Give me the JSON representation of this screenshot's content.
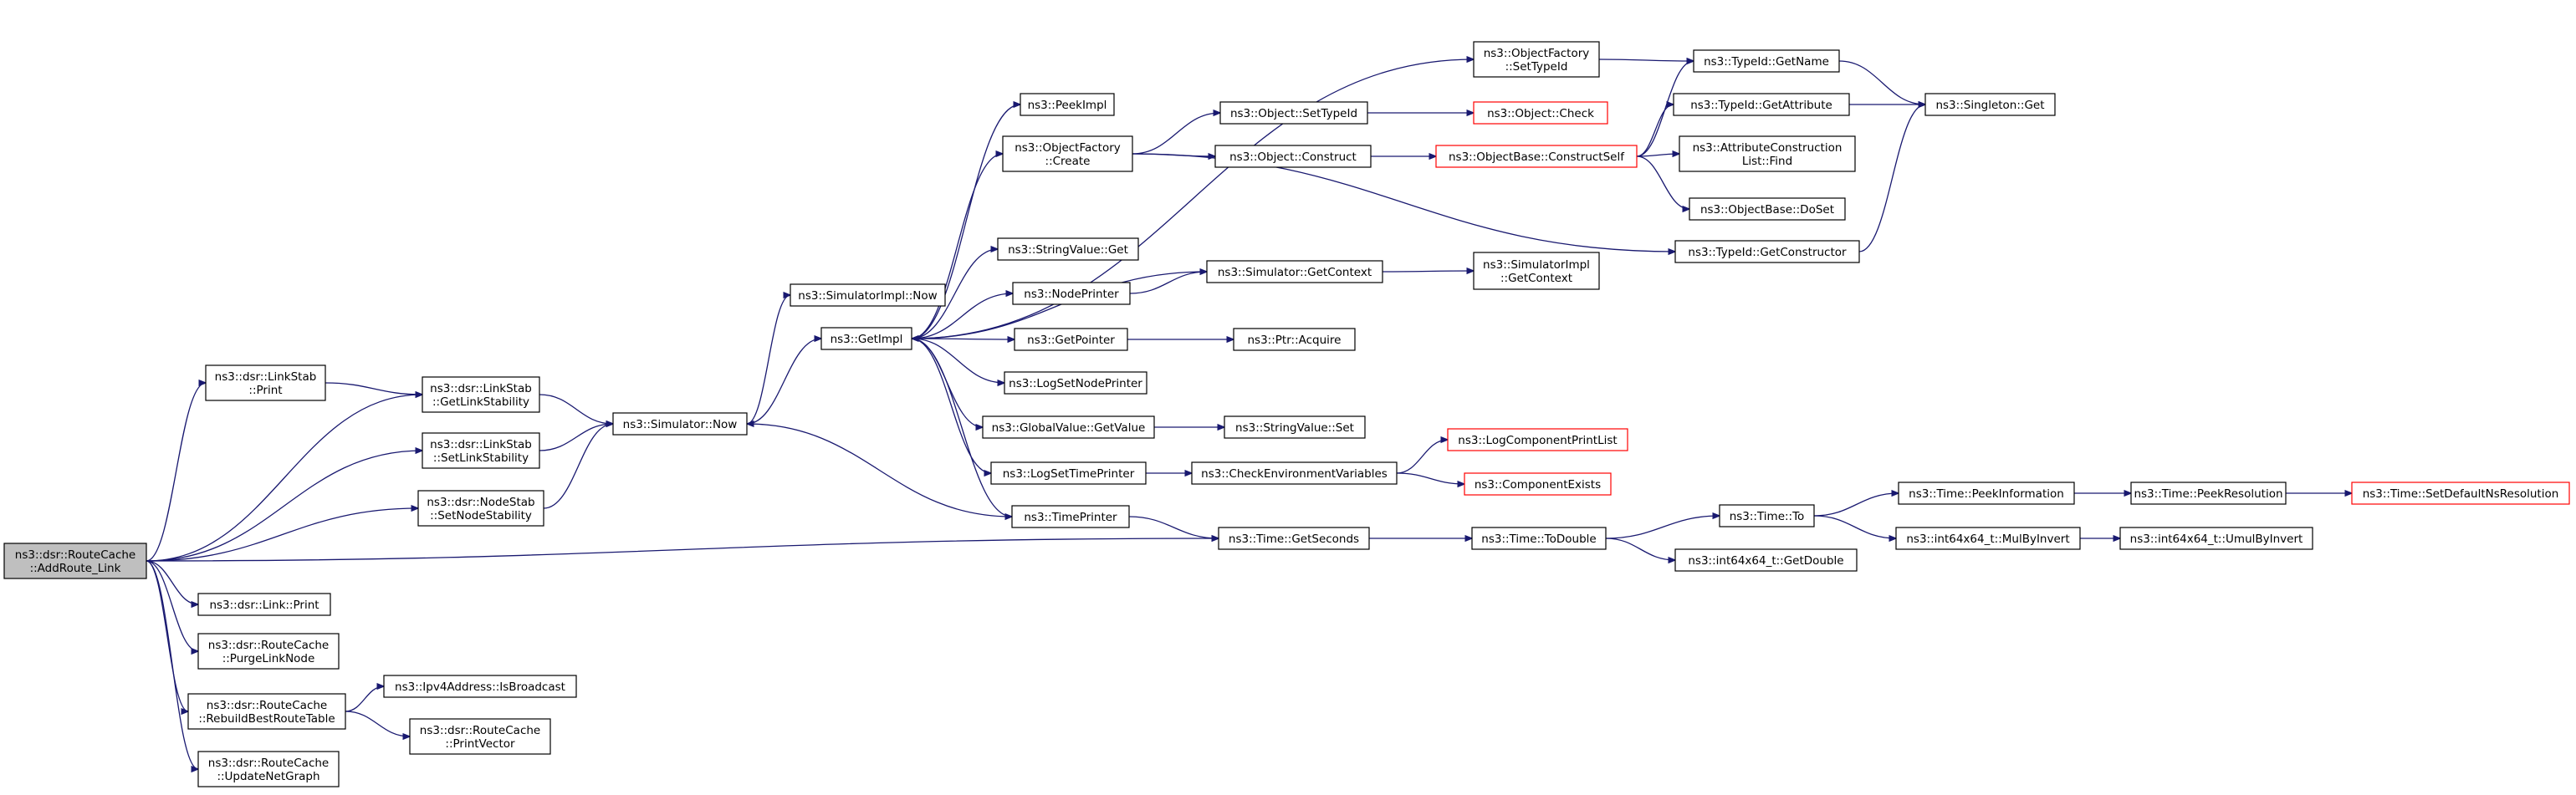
{
  "colors": {
    "edge": "#191970",
    "node_border": "#000000",
    "node_border_truncated": "#ff0000",
    "root_fill": "#bfbfbf"
  },
  "nodes": [
    {
      "id": "addroute",
      "lines": [
        "ns3::dsr::RouteCache",
        "::AddRoute_Link"
      ],
      "root": true
    },
    {
      "id": "linkstab_print",
      "lines": [
        "ns3::dsr::LinkStab",
        "::Print"
      ]
    },
    {
      "id": "getlinkstab",
      "lines": [
        "ns3::dsr::LinkStab",
        "::GetLinkStability"
      ]
    },
    {
      "id": "setlinkstab",
      "lines": [
        "ns3::dsr::LinkStab",
        "::SetLinkStability"
      ]
    },
    {
      "id": "setnodestab",
      "lines": [
        "ns3::dsr::NodeStab",
        "::SetNodeStability"
      ]
    },
    {
      "id": "link_print",
      "lines": [
        "ns3::dsr::Link::Print"
      ]
    },
    {
      "id": "purgelink",
      "lines": [
        "ns3::dsr::RouteCache",
        "::PurgeLinkNode"
      ]
    },
    {
      "id": "rebuild",
      "lines": [
        "ns3::dsr::RouteCache",
        "::RebuildBestRouteTable"
      ]
    },
    {
      "id": "updatenet",
      "lines": [
        "ns3::dsr::RouteCache",
        "::UpdateNetGraph"
      ]
    },
    {
      "id": "isbroadcast",
      "lines": [
        "ns3::Ipv4Address::IsBroadcast"
      ]
    },
    {
      "id": "printvector",
      "lines": [
        "ns3::dsr::RouteCache",
        "::PrintVector"
      ]
    },
    {
      "id": "sim_now",
      "lines": [
        "ns3::Simulator::Now"
      ]
    },
    {
      "id": "simimpl_now",
      "lines": [
        "ns3::SimulatorImpl::Now"
      ]
    },
    {
      "id": "getimpl",
      "lines": [
        "ns3::GetImpl"
      ]
    },
    {
      "id": "peekimpl",
      "lines": [
        "ns3::PeekImpl"
      ]
    },
    {
      "id": "of_create",
      "lines": [
        "ns3::ObjectFactory",
        "::Create"
      ]
    },
    {
      "id": "of_settypeid",
      "lines": [
        "ns3::ObjectFactory",
        "::SetTypeId"
      ]
    },
    {
      "id": "strval_get",
      "lines": [
        "ns3::StringValue::Get"
      ]
    },
    {
      "id": "nodeprinter",
      "lines": [
        "ns3::NodePrinter"
      ]
    },
    {
      "id": "getpointer",
      "lines": [
        "ns3::GetPointer"
      ]
    },
    {
      "id": "logsetnode",
      "lines": [
        "ns3::LogSetNodePrinter"
      ]
    },
    {
      "id": "gv_getvalue",
      "lines": [
        "ns3::GlobalValue::GetValue"
      ]
    },
    {
      "id": "logsettime",
      "lines": [
        "ns3::LogSetTimePrinter"
      ]
    },
    {
      "id": "timeprinter",
      "lines": [
        "ns3::TimePrinter"
      ]
    },
    {
      "id": "obj_settypeid",
      "lines": [
        "ns3::Object::SetTypeId"
      ]
    },
    {
      "id": "obj_construct",
      "lines": [
        "ns3::Object::Construct"
      ]
    },
    {
      "id": "sim_getcontext",
      "lines": [
        "ns3::Simulator::GetContext"
      ]
    },
    {
      "id": "ptr_acquire",
      "lines": [
        "ns3::Ptr::Acquire"
      ]
    },
    {
      "id": "strval_set",
      "lines": [
        "ns3::StringValue::Set"
      ]
    },
    {
      "id": "checkenv",
      "lines": [
        "ns3::CheckEnvironmentVariables"
      ]
    },
    {
      "id": "time_getseconds",
      "lines": [
        "ns3::Time::GetSeconds"
      ]
    },
    {
      "id": "obj_check",
      "lines": [
        "ns3::Object::Check"
      ],
      "truncated": true
    },
    {
      "id": "ob_constructself",
      "lines": [
        "ns3::ObjectBase::ConstructSelf"
      ],
      "truncated": true
    },
    {
      "id": "simimpl_getcontext",
      "lines": [
        "ns3::SimulatorImpl",
        "::GetContext"
      ]
    },
    {
      "id": "logcompprint",
      "lines": [
        "ns3::LogComponentPrintList"
      ],
      "truncated": true
    },
    {
      "id": "compexists",
      "lines": [
        "ns3::ComponentExists"
      ],
      "truncated": true
    },
    {
      "id": "time_todouble",
      "lines": [
        "ns3::Time::ToDouble"
      ]
    },
    {
      "id": "tid_getname",
      "lines": [
        "ns3::TypeId::GetName"
      ]
    },
    {
      "id": "tid_getattribute",
      "lines": [
        "ns3::TypeId::GetAttribute"
      ]
    },
    {
      "id": "acl_find",
      "lines": [
        "ns3::AttributeConstruction",
        "List::Find"
      ]
    },
    {
      "id": "ob_doset",
      "lines": [
        "ns3::ObjectBase::DoSet"
      ]
    },
    {
      "id": "tid_getconstructor",
      "lines": [
        "ns3::TypeId::GetConstructor"
      ]
    },
    {
      "id": "time_to",
      "lines": [
        "ns3::Time::To"
      ]
    },
    {
      "id": "int64_getdouble",
      "lines": [
        "ns3::int64x64_t::GetDouble"
      ]
    },
    {
      "id": "singleton_get",
      "lines": [
        "ns3::Singleton::Get"
      ]
    },
    {
      "id": "time_peekinfo",
      "lines": [
        "ns3::Time::PeekInformation"
      ]
    },
    {
      "id": "int64_mulbyinvert",
      "lines": [
        "ns3::int64x64_t::MulByInvert"
      ]
    },
    {
      "id": "time_peekres",
      "lines": [
        "ns3::Time::PeekResolution"
      ]
    },
    {
      "id": "int64_umulbyinvert",
      "lines": [
        "ns3::int64x64_t::UmulByInvert"
      ]
    },
    {
      "id": "time_setdefault",
      "lines": [
        "ns3::Time::SetDefaultNsResolution"
      ],
      "truncated": true
    }
  ],
  "edges": [
    [
      "addroute",
      "linkstab_print"
    ],
    [
      "addroute",
      "getlinkstab"
    ],
    [
      "addroute",
      "setlinkstab"
    ],
    [
      "addroute",
      "setnodestab"
    ],
    [
      "addroute",
      "link_print"
    ],
    [
      "addroute",
      "purgelink"
    ],
    [
      "addroute",
      "rebuild"
    ],
    [
      "addroute",
      "updatenet"
    ],
    [
      "addroute",
      "time_getseconds"
    ],
    [
      "linkstab_print",
      "getlinkstab"
    ],
    [
      "getlinkstab",
      "sim_now"
    ],
    [
      "setlinkstab",
      "sim_now"
    ],
    [
      "setnodestab",
      "sim_now"
    ],
    [
      "rebuild",
      "isbroadcast"
    ],
    [
      "rebuild",
      "printvector"
    ],
    [
      "sim_now",
      "simimpl_now"
    ],
    [
      "sim_now",
      "getimpl"
    ],
    [
      "getimpl",
      "peekimpl"
    ],
    [
      "getimpl",
      "of_create"
    ],
    [
      "getimpl",
      "of_settypeid"
    ],
    [
      "getimpl",
      "strval_get"
    ],
    [
      "getimpl",
      "nodeprinter"
    ],
    [
      "getimpl",
      "getpointer"
    ],
    [
      "getimpl",
      "logsetnode"
    ],
    [
      "getimpl",
      "gv_getvalue"
    ],
    [
      "getimpl",
      "logsettime"
    ],
    [
      "getimpl",
      "timeprinter"
    ],
    [
      "timeprinter",
      "sim_now"
    ],
    [
      "timeprinter",
      "time_getseconds"
    ],
    [
      "sim_getcontext",
      "getimpl"
    ],
    [
      "of_create",
      "obj_settypeid"
    ],
    [
      "of_create",
      "obj_construct"
    ],
    [
      "of_create",
      "tid_getconstructor"
    ],
    [
      "of_settypeid",
      "tid_getname"
    ],
    [
      "nodeprinter",
      "sim_getcontext"
    ],
    [
      "getpointer",
      "ptr_acquire"
    ],
    [
      "gv_getvalue",
      "strval_set"
    ],
    [
      "logsettime",
      "checkenv"
    ],
    [
      "obj_settypeid",
      "obj_check"
    ],
    [
      "obj_construct",
      "ob_constructself"
    ],
    [
      "sim_getcontext",
      "simimpl_getcontext"
    ],
    [
      "checkenv",
      "logcompprint"
    ],
    [
      "checkenv",
      "compexists"
    ],
    [
      "time_getseconds",
      "time_todouble"
    ],
    [
      "ob_constructself",
      "tid_getname"
    ],
    [
      "ob_constructself",
      "tid_getattribute"
    ],
    [
      "ob_constructself",
      "acl_find"
    ],
    [
      "ob_constructself",
      "ob_doset"
    ],
    [
      "tid_getname",
      "singleton_get"
    ],
    [
      "tid_getattribute",
      "singleton_get"
    ],
    [
      "tid_getconstructor",
      "singleton_get"
    ],
    [
      "time_todouble",
      "time_to"
    ],
    [
      "time_todouble",
      "int64_getdouble"
    ],
    [
      "time_to",
      "time_peekinfo"
    ],
    [
      "time_to",
      "int64_mulbyinvert"
    ],
    [
      "time_peekinfo",
      "time_peekres"
    ],
    [
      "time_peekres",
      "time_setdefault"
    ],
    [
      "int64_mulbyinvert",
      "int64_umulbyinvert"
    ]
  ]
}
